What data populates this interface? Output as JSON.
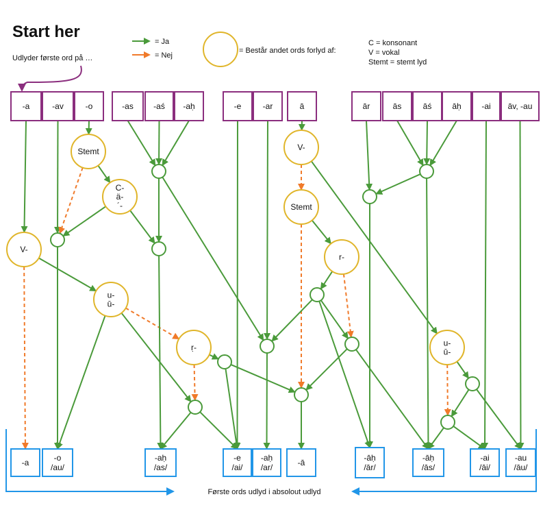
{
  "title": "Start her",
  "start_hint": "Udlyder første ord på …",
  "legend": {
    "yes": "=  Ja",
    "no": "= Nej",
    "circle": "= Består andet ords forlyd af:",
    "definitions": [
      "C = konsonant",
      "V = vokal",
      "Stemt  = stemt lyd"
    ]
  },
  "bottom_label": "Første ords udlyd i absolout udlyd",
  "top_nodes": [
    "-a",
    "-av",
    "-o",
    "-as",
    "-aś",
    "-aḥ",
    "-e",
    "-ar",
    "ā",
    "ār",
    "ās",
    "āś",
    "āḥ",
    "-ai",
    "āv, -au"
  ],
  "bottom_nodes": [
    [
      "-a"
    ],
    [
      "-o",
      "/au/"
    ],
    [
      "-aḥ",
      "/as/"
    ],
    [
      "-e",
      "/ai/"
    ],
    [
      "-aḥ",
      "/ar/"
    ],
    [
      "-ā"
    ],
    [
      "-āḥ",
      "/ār/"
    ],
    [
      "-āḥ",
      "/ās/"
    ],
    [
      "-ai",
      "/āi/"
    ],
    [
      "-au",
      "/āu/"
    ]
  ],
  "conditions": {
    "stemt_a": [
      "Stemt"
    ],
    "c_a": [
      "C-",
      "ä-",
      "´-"
    ],
    "v_left": [
      "V-"
    ],
    "u_left": [
      "u-",
      "ū-"
    ],
    "r_vocalic": [
      "ṛ-"
    ],
    "v_mid": [
      "V-"
    ],
    "stemt_mid": [
      "Stemt"
    ],
    "r_mid": [
      "r-"
    ],
    "u_right": [
      "u-",
      "ū-"
    ]
  },
  "colors": {
    "purple": "#8B2E7E",
    "blue": "#2196E8",
    "green": "#4A9A3A",
    "orange": "#F07A2A",
    "gold": "#E0B52A"
  }
}
